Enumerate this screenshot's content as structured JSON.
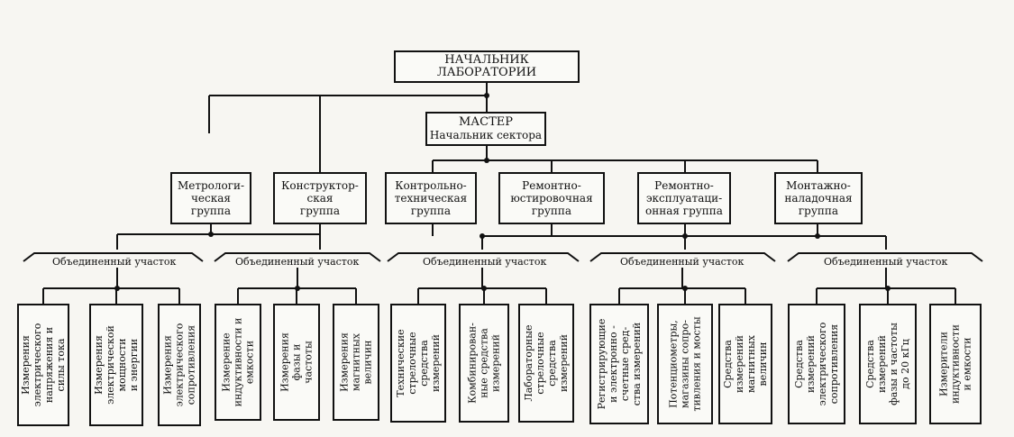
{
  "head": {
    "title": "НАЧАЛЬНИК ЛАБОРАТОРИИ"
  },
  "master": {
    "title": "МАСТЕР",
    "subtitle": "Начальник сектора"
  },
  "groups": [
    "Метрологи-\nческая\nгруппа",
    "Конструктор-\nская\nгруппа",
    "Контрольно-\nтехническая\nгруппа",
    "Ремонтно-\nюстировочная\nгруппа",
    "Ремонтно-\nэксплуатаци-\nонная группа",
    "Монтажно-\nналадочная\nгруппа"
  ],
  "sections": [
    "Объединенный участок",
    "Объединенный участок",
    "Объединенный участок",
    "Объединенный участок",
    "Объединенный участок"
  ],
  "leaves": [
    "Измерения\nэлектрического\nнапряжения и\nсилы тока",
    "Измерения\nэлектрической\nмощности\nи энергии",
    "Измерения\nэлектрического\nсопротивления",
    "Измерение\nиндуктивности и\nемкости",
    "Измерения\nфазы и\nчастоты",
    "Измерения\nмагнитных\nвеличин",
    "Технические\nстрелочные\nсредства\nизмерений",
    "Комбинирован-\nные средства\nизмерений",
    "Лабораторные\nстрелочные\nсредства\nизмерений",
    "Регистрирующие\nи электронно -\nсчетные сред-\nства измерений",
    "Потенциометры,\nмагазины сопро-\nтивления и мосты",
    "Средства\nизмерений\nмагнитных\nвеличин",
    "Средства\nизмерений\nэлектрического\nсопротивления",
    "Средства\nизмерений\nфазы и частоты\nдо 20 кГц",
    "Измерители\nиндуктивности\nи емкости"
  ],
  "colors": {
    "ink": "#111111",
    "paper": "#f7f6f2"
  }
}
